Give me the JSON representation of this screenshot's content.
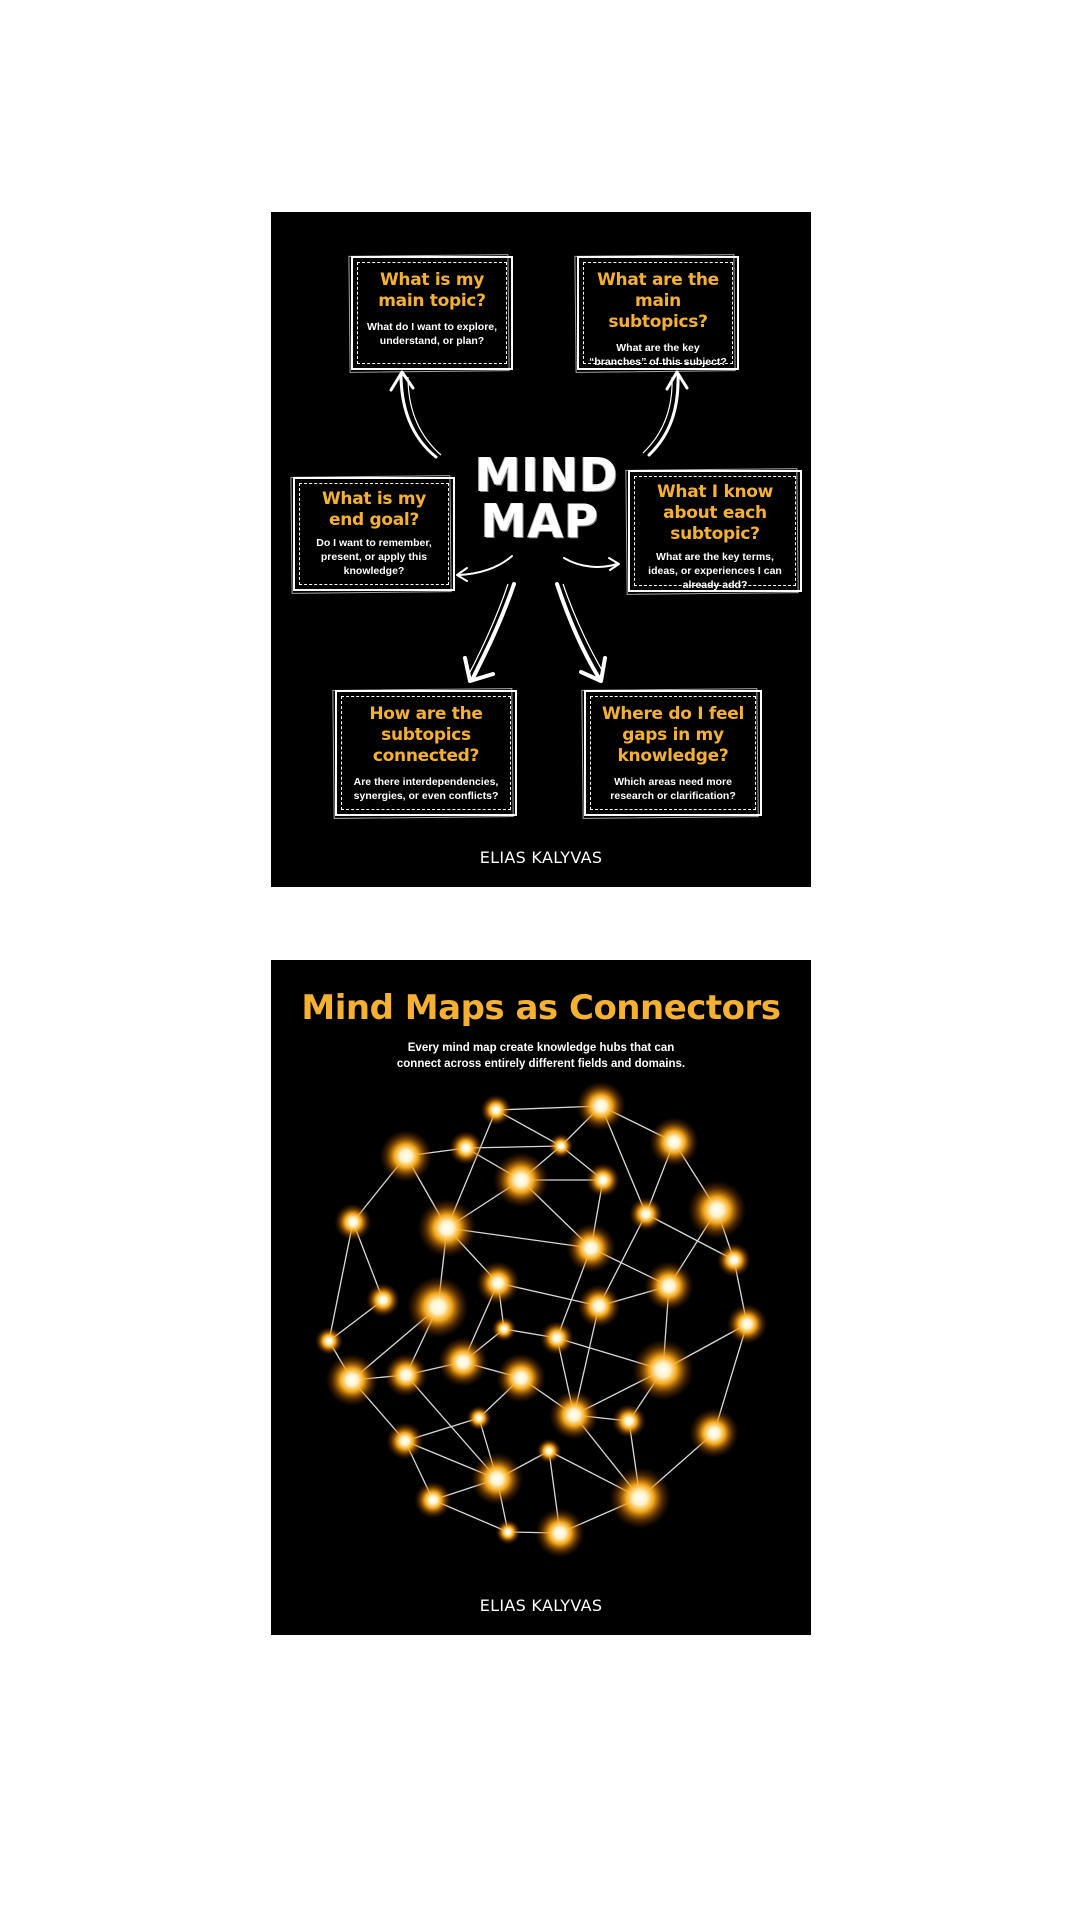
{
  "card1": {
    "title_line1": "MIND",
    "title_line2": "MAP",
    "boxes": [
      {
        "title": "What is my main topic?",
        "subtitle": "What do I want to explore, understand, or plan?"
      },
      {
        "title": "What are the main subtopics?",
        "subtitle": "What are the key “branches” of this subject?"
      },
      {
        "title": "What is my end goal?",
        "subtitle": "Do I want to remember, present, or apply this knowledge?"
      },
      {
        "title": "What I know about each subtopic?",
        "subtitle": "What are the key terms, ideas, or experiences I can already add?"
      },
      {
        "title": "How are the subtopics connected?",
        "subtitle": "Are there interdependencies, synergies, or even conflicts?"
      },
      {
        "title": "Where do I feel gaps in my knowledge?",
        "subtitle": "Which areas need more research or clarification?"
      }
    ],
    "author": "ELIAS KALYVAS"
  },
  "card2": {
    "title": "Mind Maps as Connectors",
    "subtitle": "Every mind map create knowledge hubs that can connect across entirely different fields and domains.",
    "author": "ELIAS KALYVAS"
  },
  "colors": {
    "accent": "#f6b133",
    "background": "#000000",
    "page": "#ffffff",
    "node_glow": "#ffae1a"
  }
}
